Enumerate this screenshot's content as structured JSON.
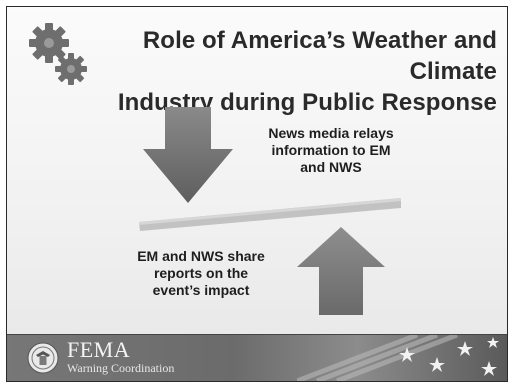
{
  "slide": {
    "title_line1": "Role of America’s Weather and Climate",
    "title_line2": "Industry during Public Response",
    "upper_text": [
      "News media relays",
      "information to EM",
      "and NWS"
    ],
    "lower_text": [
      "EM and NWS share",
      "reports on the",
      "event’s impact"
    ]
  },
  "footer": {
    "org_name": "FEMA",
    "subtitle": "Warning Coordination"
  },
  "colors": {
    "title": "#2a2a2a",
    "arrow": "#6f6f6f",
    "bar": "#bdbdbd",
    "footer": "#707070"
  },
  "icons": [
    "gears-icon",
    "arrow-down-icon",
    "arrow-up-icon",
    "dhs-seal-icon",
    "flag-stars-graphic"
  ]
}
